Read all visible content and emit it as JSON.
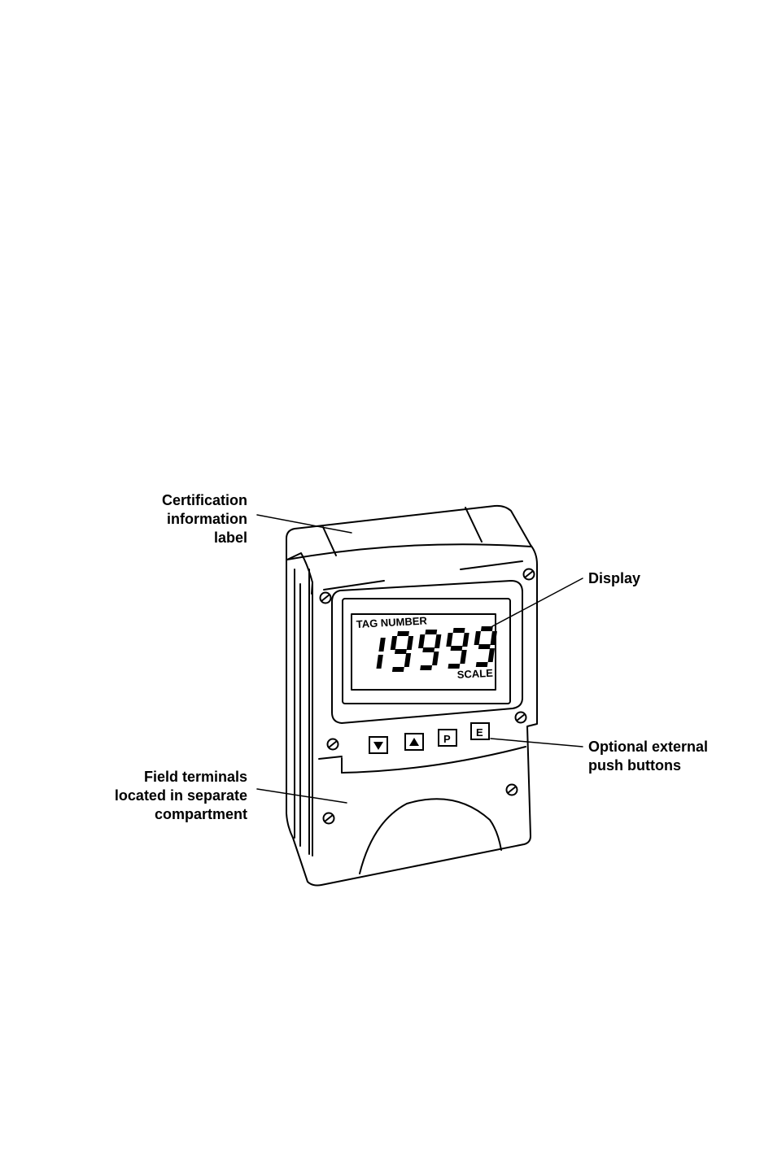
{
  "callouts": {
    "certification": [
      "Certification",
      "information",
      "label"
    ],
    "display": [
      "Display"
    ],
    "push_buttons": [
      "Optional external",
      "push buttons"
    ],
    "field_terminals": [
      "Field terminals",
      "located in separate",
      "compartment"
    ]
  },
  "device": {
    "tag_label": "TAG NUMBER",
    "reading": "19999",
    "scale_label": "SCALE",
    "buttons": [
      {
        "icon": "down-arrow-icon",
        "label": ""
      },
      {
        "icon": "up-arrow-icon",
        "label": ""
      },
      {
        "icon": "",
        "label": "P"
      },
      {
        "icon": "",
        "label": "E"
      }
    ]
  },
  "colors": {
    "ink": "#000000",
    "paper": "#ffffff"
  }
}
